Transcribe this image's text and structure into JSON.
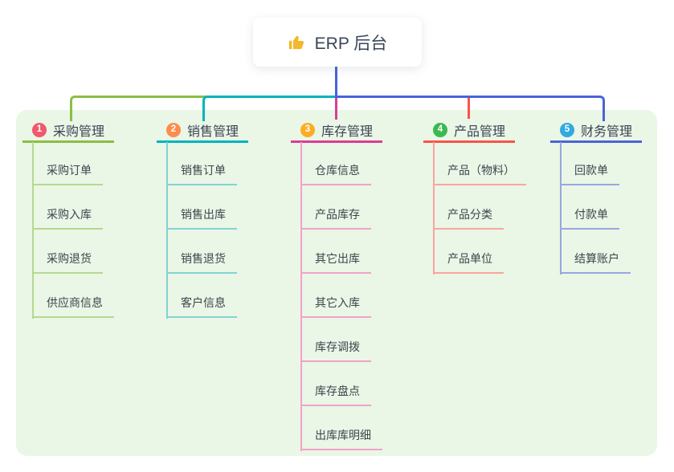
{
  "root": {
    "label": "ERP 后台",
    "icon": "thumbs-up-icon"
  },
  "colors": {
    "panel_bg": "#EAF6E6",
    "root_line": "#4A63D8",
    "icon_yellow": "#F2B82D"
  },
  "branches": [
    {
      "index": "1",
      "label": "采购管理",
      "badge_color": "#F1596C",
      "line_color": "#8CBE46",
      "child_line_color": "#B5D98E",
      "children": [
        "采购订单",
        "采购入库",
        "采购退货",
        "供应商信息"
      ]
    },
    {
      "index": "2",
      "label": "销售管理",
      "badge_color": "#FC8D4D",
      "line_color": "#00B4BC",
      "child_line_color": "#83D2D3",
      "children": [
        "销售订单",
        "销售出库",
        "销售退货",
        "客户信息"
      ]
    },
    {
      "index": "3",
      "label": "库存管理",
      "badge_color": "#FBAD26",
      "line_color": "#DC3C96",
      "child_line_color": "#F2A2C8",
      "children": [
        "仓库信息",
        "产品库存",
        "其它出库",
        "其它入库",
        "库存调拨",
        "库存盘点",
        "出库库明细"
      ]
    },
    {
      "index": "4",
      "label": "产品管理",
      "badge_color": "#3BB94F",
      "line_color": "#F8544B",
      "child_line_color": "#FBA49E",
      "children": [
        "产品（物料）",
        "产品分类",
        "产品单位"
      ]
    },
    {
      "index": "5",
      "label": "财务管理",
      "badge_color": "#32A9DF",
      "line_color": "#4A63D8",
      "child_line_color": "#98A7DF",
      "children": [
        "回款单",
        "付款单",
        "结算账户"
      ]
    }
  ]
}
